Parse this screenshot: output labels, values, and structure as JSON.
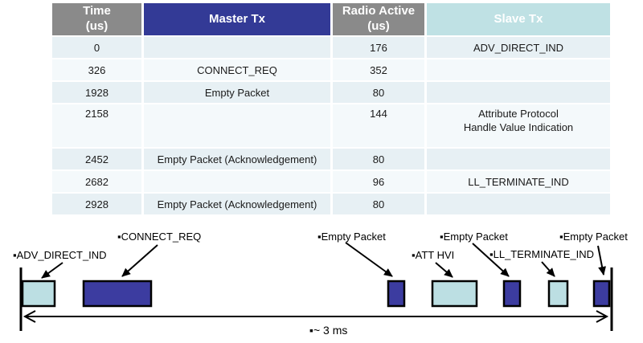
{
  "table": {
    "columns": [
      {
        "label": "Time\n(us)"
      },
      {
        "label": "Master Tx"
      },
      {
        "label": "Radio Active\n(us)"
      },
      {
        "label": "Slave Tx"
      }
    ],
    "rows": [
      {
        "time": "0",
        "master": "",
        "radio": "176",
        "slave": "ADV_DIRECT_IND"
      },
      {
        "time": "326",
        "master": "CONNECT_REQ",
        "radio": "352",
        "slave": ""
      },
      {
        "time": "1928",
        "master": "Empty Packet",
        "radio": "80",
        "slave": ""
      },
      {
        "time": "2158",
        "master": "",
        "radio": "144",
        "slave": "Attribute Protocol\nHandle Value Indication"
      },
      {
        "time": "2452",
        "master": "Empty Packet (Acknowledgement)",
        "radio": "80",
        "slave": ""
      },
      {
        "time": "2682",
        "master": "",
        "radio": "96",
        "slave": "LL_TERMINATE_IND"
      },
      {
        "time": "2928",
        "master": "Empty Packet (Acknowledgement)",
        "radio": "80",
        "slave": ""
      }
    ]
  },
  "timeline": {
    "labels": {
      "adv_direct_ind": "▪ADV_DIRECT_IND",
      "connect_req": "▪CONNECT_REQ",
      "empty_packet_1": "▪Empty Packet",
      "att_hvi": "▪ATT HVI",
      "empty_packet_2": "▪Empty Packet",
      "ll_terminate_ind": "▪LL_TERMINATE_IND",
      "empty_packet_3": "▪Empty Packet",
      "duration": "▪~ 3 ms"
    },
    "colors": {
      "header_gray": "#8A8A8A",
      "header_blue": "#333A96",
      "header_cyan": "#BFE1E4",
      "row_shade_dark": "#E7F0F4",
      "row_shade_light": "#F4F9FB",
      "master_packet": "#3C3CA0",
      "slave_packet": "#BCDFE3"
    }
  }
}
